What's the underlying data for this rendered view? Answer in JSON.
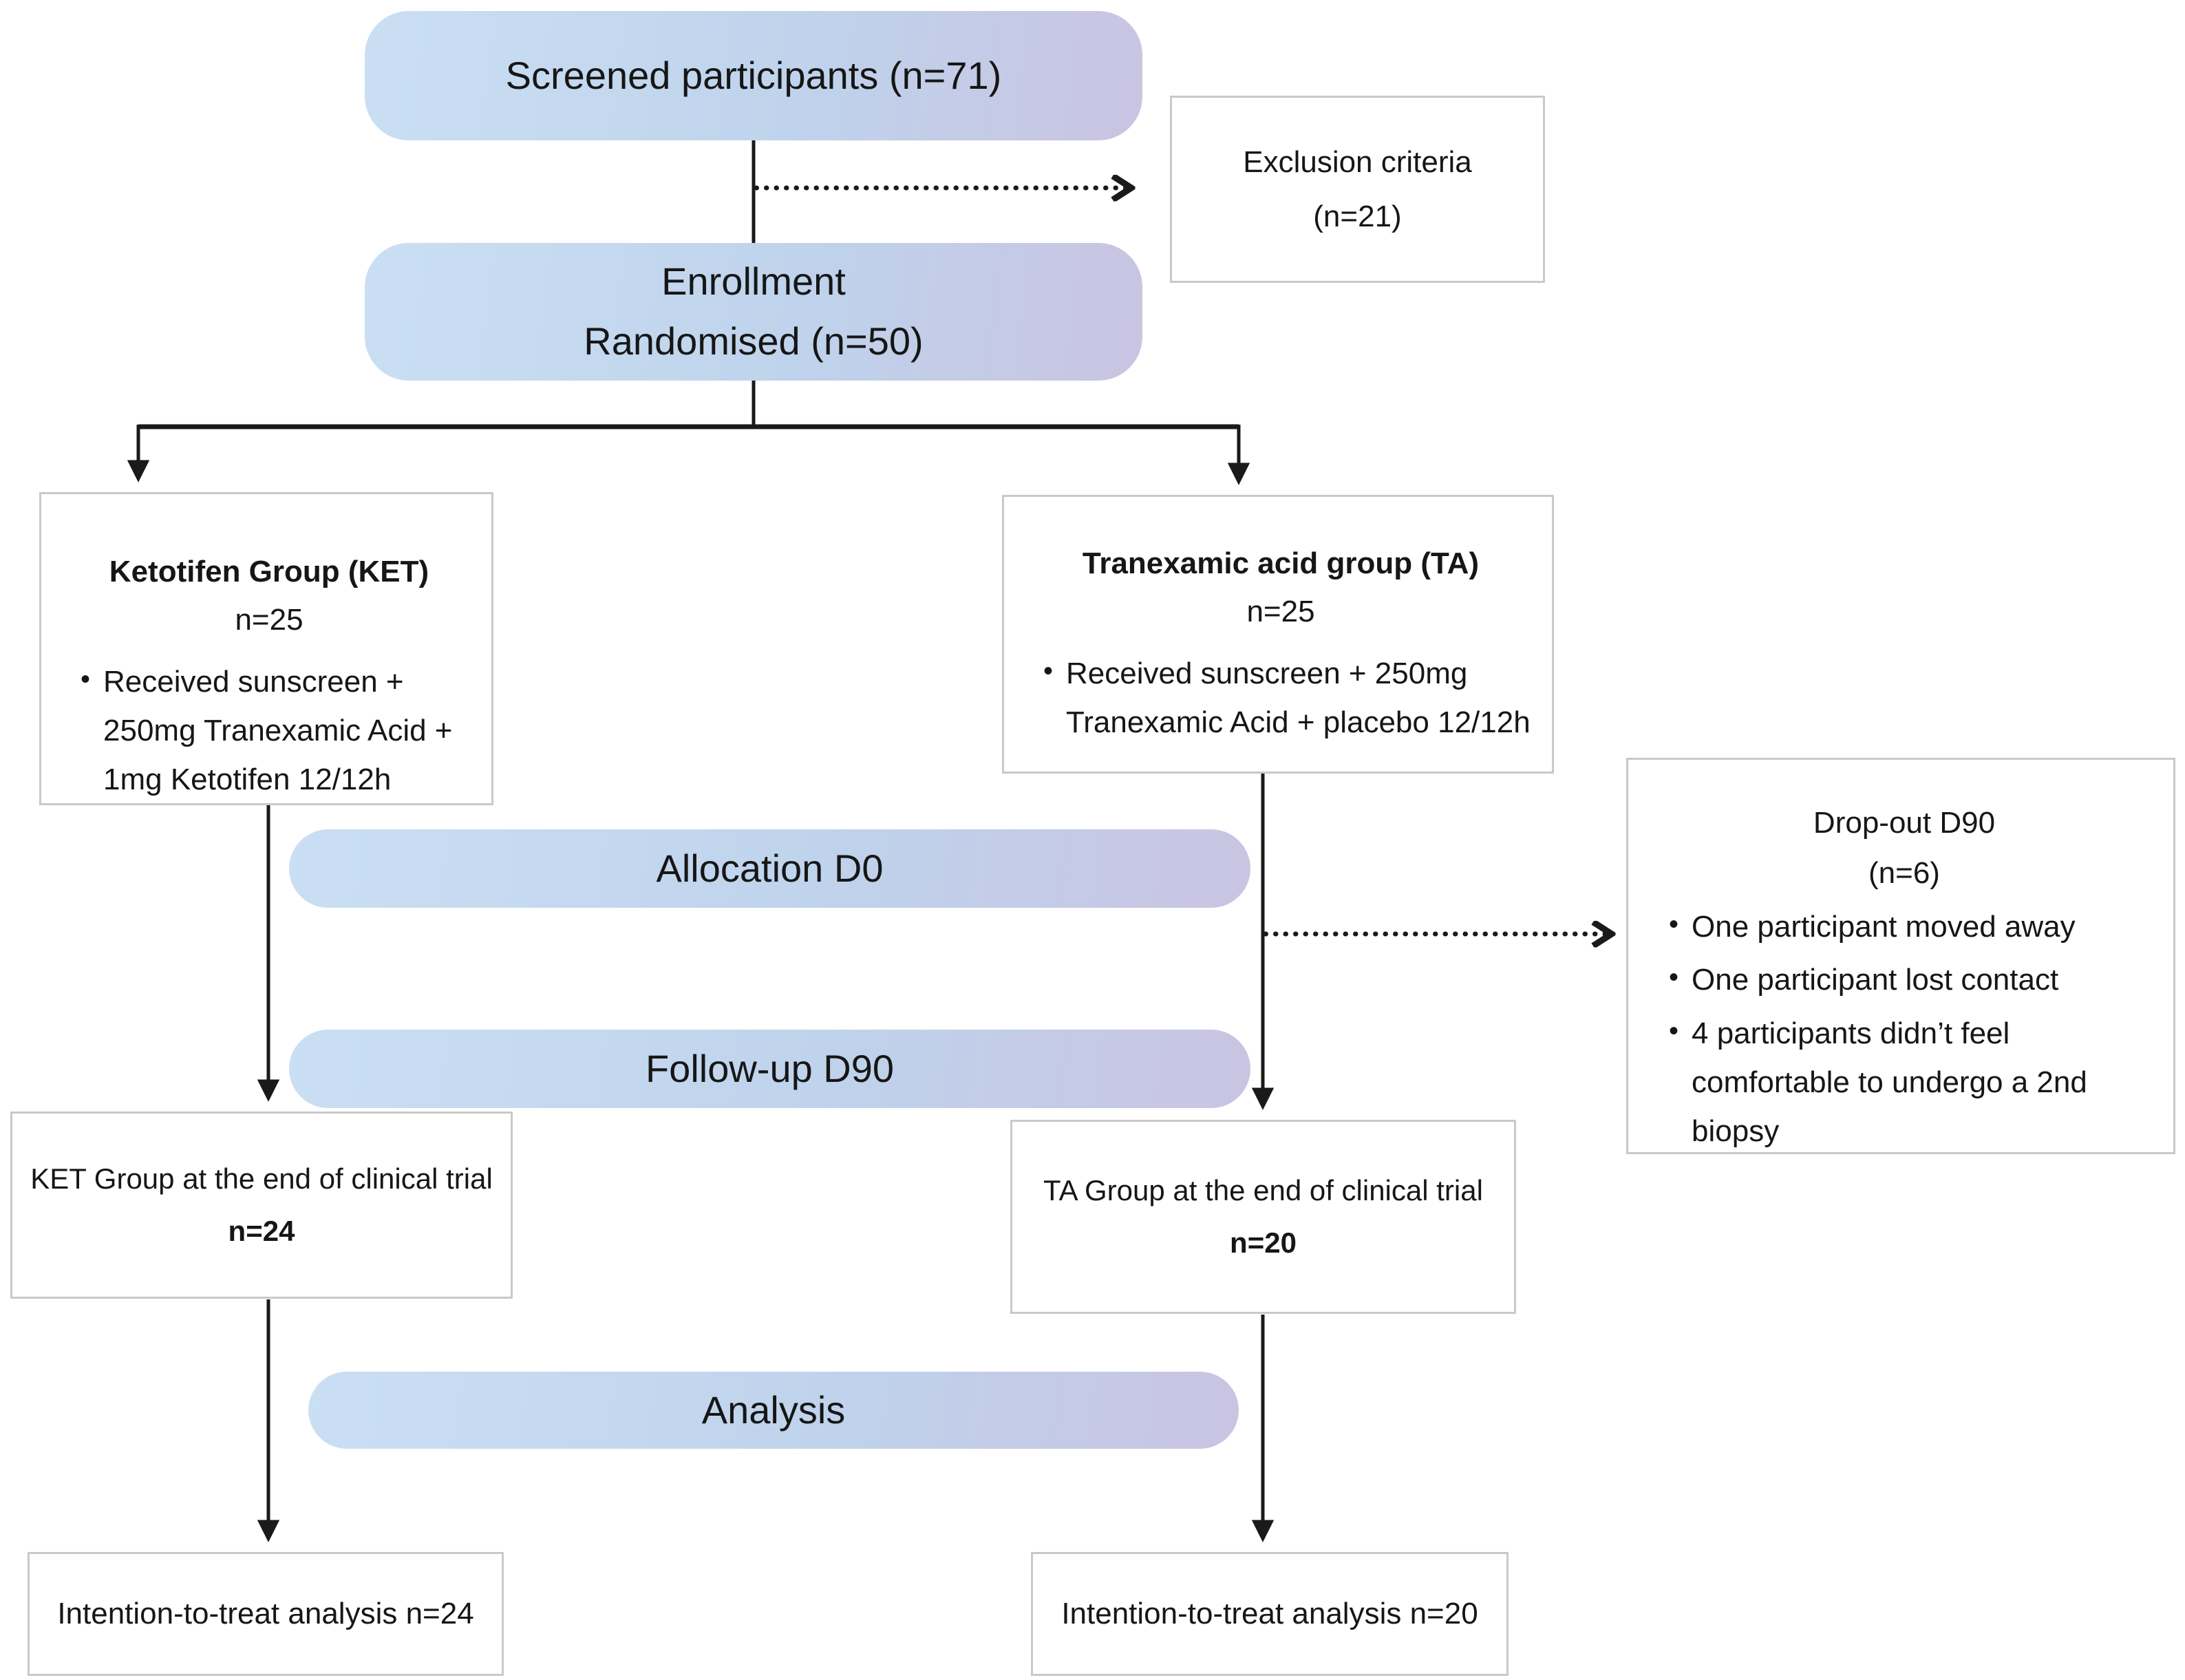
{
  "figure": {
    "title_semantic": "Clinical trial participant flow diagram (CONSORT)",
    "colors": {
      "gradient_start": "#cadff3",
      "gradient_mid": "#bfd3ec",
      "gradient_end": "#c9c4e2",
      "line_color": "#1a1a1a",
      "box_border": "#c9c9c9"
    }
  },
  "glyphs": {
    "bullet": "•"
  },
  "nodes": {
    "screened": {
      "label": "Screened participants (n=71)"
    },
    "exclusion": {
      "line1": "Exclusion criteria",
      "line2": "(n=21)"
    },
    "enrollment": {
      "line1": "Enrollment",
      "line2": "Randomised (n=50)"
    },
    "ket_group": {
      "title": "Ketotifen Group (KET)",
      "n": "n=25",
      "bullet": "Received sunscreen + 250mg Tranexamic Acid + 1mg Ketotifen 12/12h"
    },
    "ta_group": {
      "title": "Tranexamic acid group (TA)",
      "n": "n=25",
      "bullet": "Received sunscreen + 250mg Tranexamic Acid + placebo 12/12h"
    },
    "allocation": {
      "label": "Allocation D0"
    },
    "followup": {
      "label": "Follow-up D90"
    },
    "dropout": {
      "line1": "Drop-out D90",
      "line2": "(n=6)",
      "bullets": [
        "One participant moved away",
        "One participant lost contact",
        "4 participants didn’t feel comfortable to undergo a 2nd biopsy"
      ]
    },
    "ket_end": {
      "line1": "KET Group at the end of clinical trial",
      "n": "n=24"
    },
    "ta_end": {
      "line1": "TA Group at the end of clinical trial",
      "n": "n=20"
    },
    "itt_ket": {
      "label": "Intention-to-treat analysis n=24"
    },
    "itt_ta": {
      "label": "Intention-to-treat analysis n=20"
    }
  }
}
